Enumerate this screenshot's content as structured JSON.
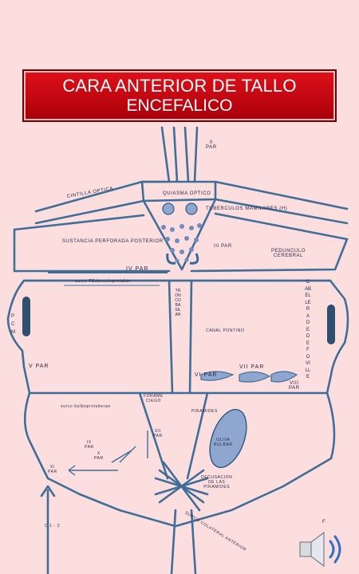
{
  "title": {
    "line1": "CARA ANTERIOR DE TALLO",
    "line2": "ENCEFALICO"
  },
  "labels": {
    "ii_par": "II\nPAR",
    "cintilla_optica": "CINTILLA OPTICA",
    "quiasma_optico": "QUIASMA OPTICO",
    "tuberculos": "TUBERCULOS MAMILARES (H)",
    "sustancia": "SUSTANCIA PERFORADA POSTERIOR",
    "iii_par": "III PAR",
    "pedunculo": "PEDUNCULO\nCEREBRAL",
    "iv_par": "IV PAR",
    "surco_pedunculo": "surco PEdunculoprotuber",
    "p_c_m": "P\nC\nM",
    "cabelle": "CABELLERA DE DE FOVILLE",
    "tronco_basilar": "TRONCO BASILAR",
    "pared_pontina": "CANAL PONTINO",
    "v_par": "V PAR",
    "vi_par": "VI PAR",
    "vii_par": "VII PAR",
    "viii_par": "VIII\nPAR",
    "foramen": "FORAME\nCIEGO",
    "piramides": "PIRAMIDES",
    "surco_bulbo": "surco bulboprotuberan",
    "xii_par": "XII\nPAR",
    "ix_par": "IX\nPAR",
    "x_par": "X\nPAR",
    "xi_par": "XI\nPAR",
    "oliva": "OLIVA\nBULBAR",
    "decusacion": "DECUSACION\nDE LAS\nPIRAMIDES",
    "c1": "C 1 - 2",
    "surco_colateral": "SURCO COLATERAL ANTERIOR",
    "f_label": "F"
  },
  "colors": {
    "background": "#fcdede",
    "lines": "#3f6e98",
    "title_bg": "#d80a14",
    "structure_fill": "#8fa6cf"
  },
  "icons": {
    "audio": "speaker-icon"
  }
}
